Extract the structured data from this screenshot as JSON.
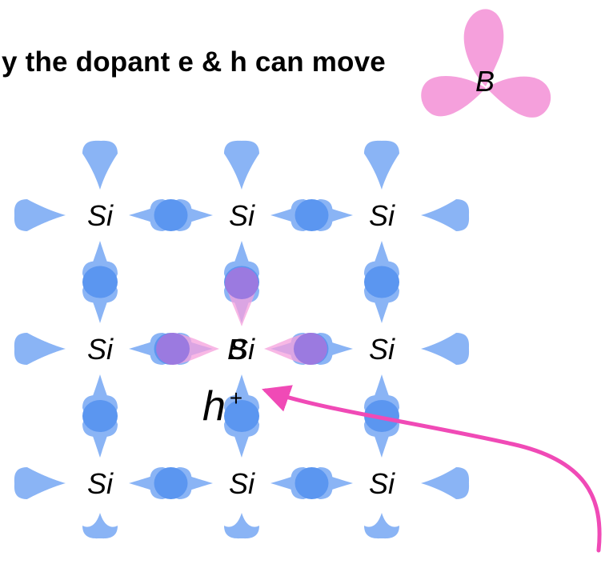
{
  "title": "y the dopant e & h can move",
  "atom_labels": {
    "si": "Si",
    "boron": "B",
    "hole_base": "h",
    "hole_sign": "+"
  },
  "colors": {
    "si_orbital": "#8ab4f5",
    "si_overlap": "#5b96f0",
    "boron_orbital": "#f5a0dc",
    "b_si_overlap": "#9b7ae0",
    "arrow": "#f04ab6",
    "text": "#000000"
  }
}
